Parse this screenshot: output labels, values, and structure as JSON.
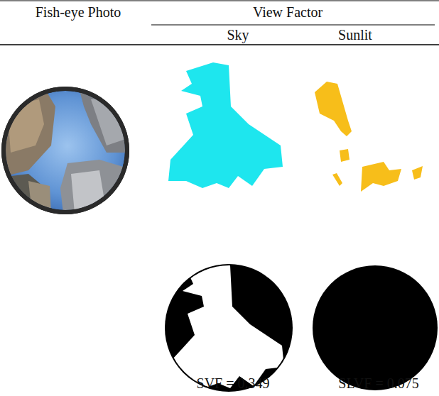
{
  "diagram": {
    "labels": [
      "Fish-eye Photo",
      "View Factor",
      "Sky",
      "Sunlit",
      "SVF = 0.349",
      "SLVF = 0.075"
    ]
  }
}
